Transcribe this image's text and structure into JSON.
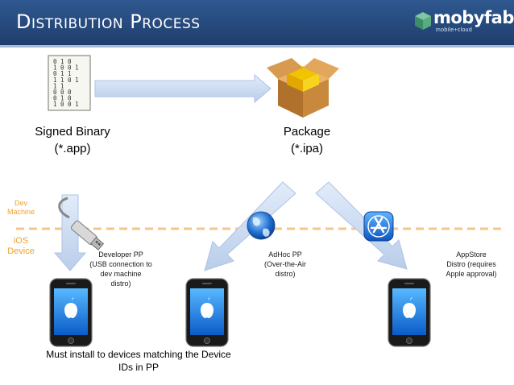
{
  "header": {
    "title": "Distribution Process",
    "logo_text": "mobyfab",
    "logo_subtext": "mobile+cloud"
  },
  "nodes": {
    "signed_binary": {
      "label": "Signed Binary",
      "sublabel": "(*.app)",
      "bits": [
        "0 1 0",
        "1   0 0 1",
        "0   1 1",
        "1 1 0 1",
        "1 1",
        "0 0 0",
        "0 1 0",
        "1   0 0 1"
      ]
    },
    "package": {
      "label": "Package",
      "sublabel": "(*.ipa)"
    }
  },
  "zones": {
    "dev_machine": [
      "Dev",
      "Machine"
    ],
    "ios_device": [
      "iOS",
      "Device"
    ]
  },
  "routes": {
    "developer": [
      "Developer PP",
      "(USB connection to",
      "dev machine",
      "distro)"
    ],
    "adhoc": [
      "AdHoc PP",
      "(Over-the-Air",
      "distro)"
    ],
    "appstore": [
      "AppStore",
      "Distro (requires",
      "Apple approval)"
    ]
  },
  "note": [
    "Must install to devices matching the Device",
    "IDs in PP"
  ],
  "colors": {
    "header": "#2a4f85",
    "arrow": "#c8d8f0",
    "dashed_line": "#f5c68a",
    "zone_label": "#f0a030",
    "box": "#c8893e"
  }
}
